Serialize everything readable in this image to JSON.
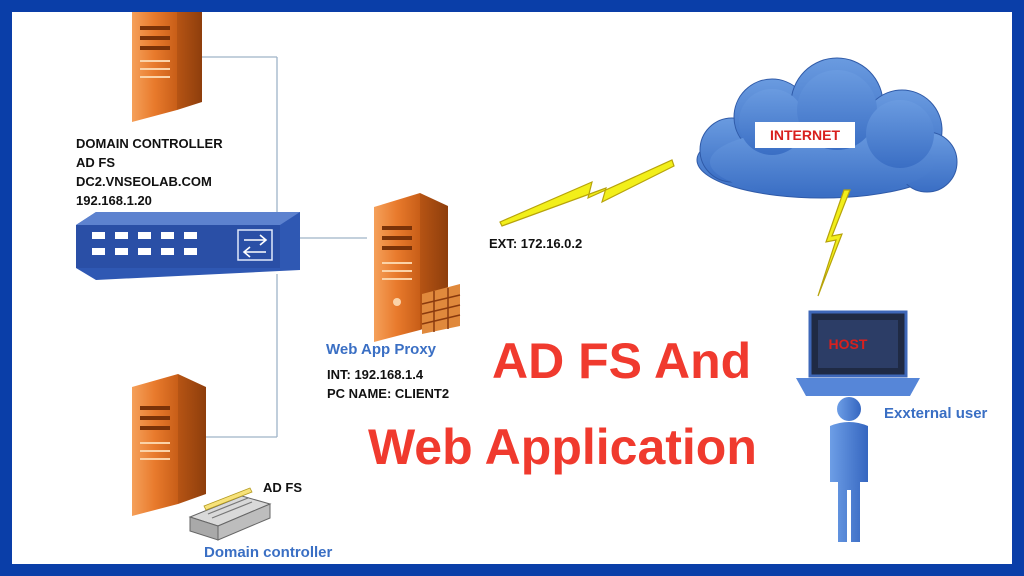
{
  "diagram": {
    "title_line1": "AD FS And",
    "title_line2": "Web Application",
    "dc_top": {
      "line1": "DOMAIN CONTROLLER",
      "line2": "AD FS",
      "line3": "DC2.VNSEOLAB.COM",
      "line4": "192.168.1.20"
    },
    "proxy": {
      "name": "Web App Proxy",
      "ext": "EXT: 172.16.0.2",
      "int": "INT: 192.168.1.4",
      "pc_name": "PC NAME: CLIENT2"
    },
    "internet_label": "INTERNET",
    "host_label": "HOST",
    "external_user": "Exxternal user",
    "dc_bottom": {
      "adfs": "AD FS",
      "name": "Domain controller"
    },
    "colors": {
      "frame": "#0a3ea8",
      "title": "#f03a2e",
      "server": "#e87a2c",
      "switch": "#2f58b3",
      "cloud": "#4b7fd1",
      "lightning": "#f2ef1a"
    }
  }
}
